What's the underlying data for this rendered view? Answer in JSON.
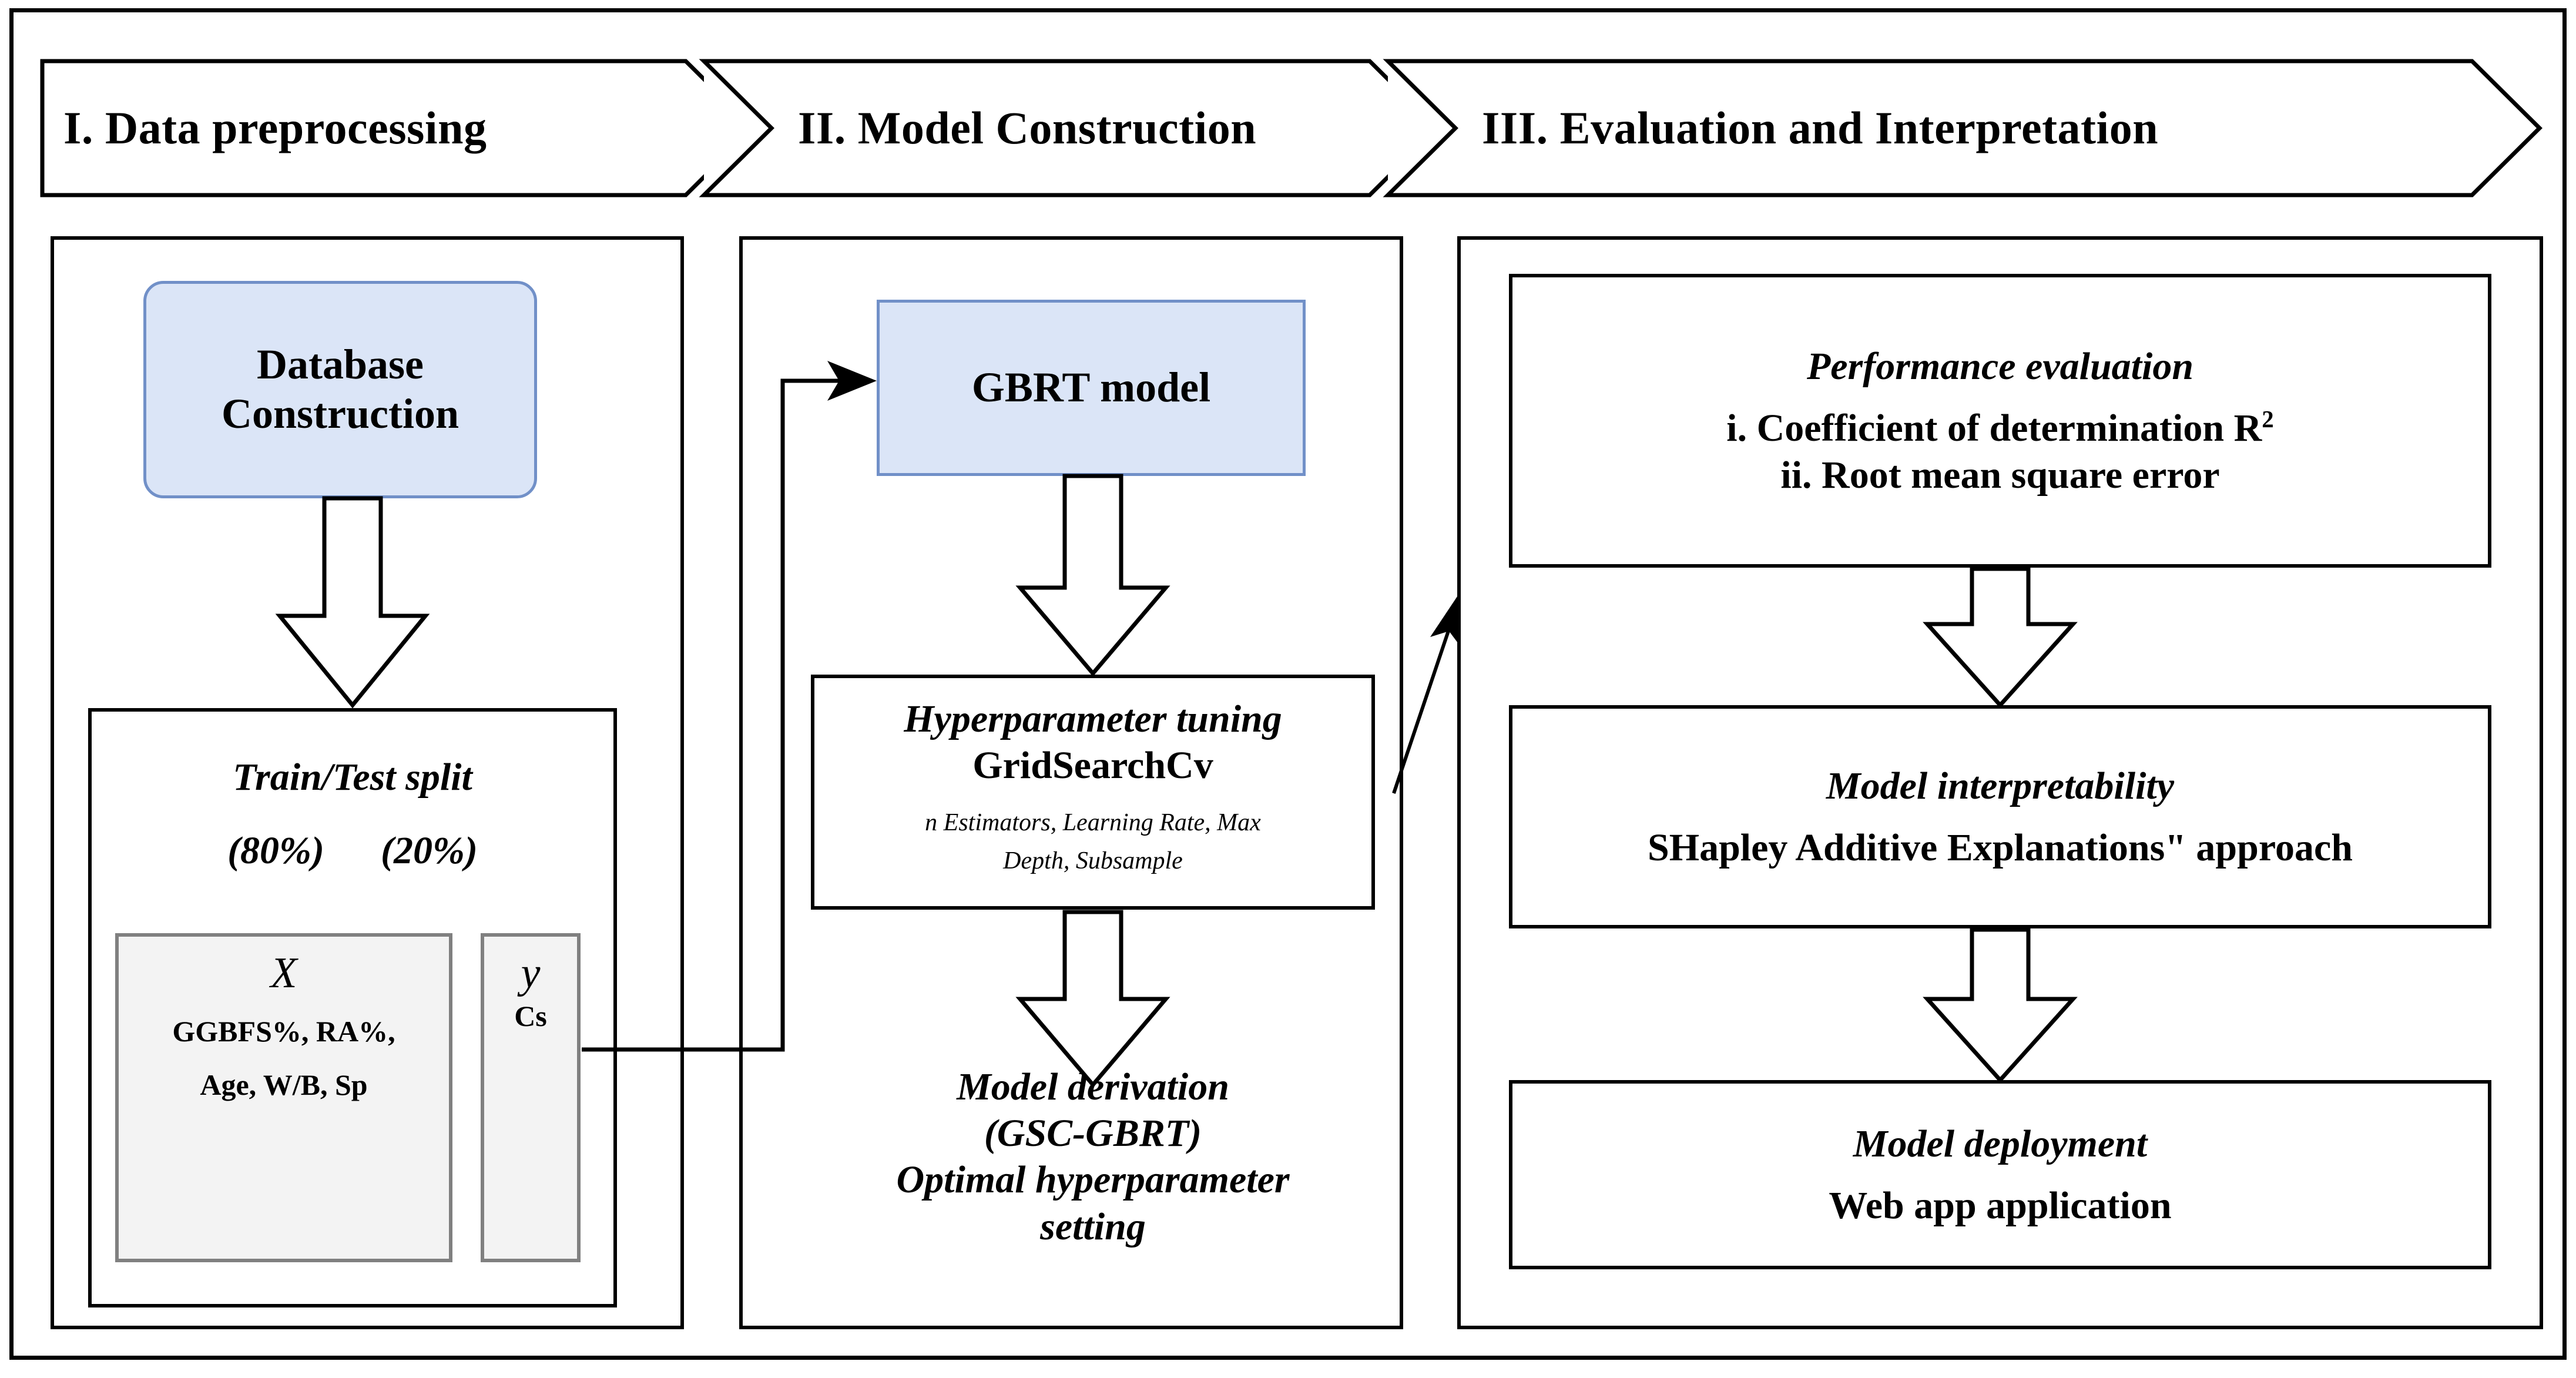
{
  "diagram": {
    "title_stages": [
      {
        "id": "stage-1",
        "label": "I. Data preprocessing"
      },
      {
        "id": "stage-2",
        "label": "II. Model Construction"
      },
      {
        "id": "stage-3",
        "label": "III. Evaluation and Interpretation"
      }
    ],
    "colors": {
      "accent_fill": "#dbe5f7",
      "accent_border": "#7190c8",
      "neutral_fill": "#f3f3f3",
      "neutral_border": "#808080",
      "outline": "#000000"
    }
  },
  "stage1": {
    "database_box": {
      "line1": "Database",
      "line2": "Construction"
    },
    "split_box": {
      "title": "Train/Test split",
      "train_pct": "(80%)",
      "test_pct": "(20%)"
    },
    "x_box": {
      "symbol": "X",
      "features_line1": "GGBFS%, RA%,",
      "features_line2": "Age, W/B, Sp"
    },
    "y_box": {
      "symbol": "y",
      "target": "Cs"
    }
  },
  "stage2": {
    "model_box": {
      "label": "GBRT model"
    },
    "tuning_box": {
      "title": "Hyperparameter tuning",
      "method": "GridSearchCv",
      "params_line1": "n Estimators, Learning Rate, Max",
      "params_line2": "Depth, Subsample"
    },
    "derivation_box": {
      "title": "Model derivation",
      "acronym": "(GSC-GBRT)",
      "detail_line1": "Optimal hyperparameter",
      "detail_line2": "setting"
    }
  },
  "stage3": {
    "performance_box": {
      "title": "Performance evaluation",
      "item1_text": "i. Coefficient of determination R",
      "item1_sup": "2",
      "item2": "ii. Root mean square error"
    },
    "interpretability_box": {
      "title": "Model interpretability",
      "method": "SHapley Additive Explanations\" approach"
    },
    "deployment_box": {
      "title": "Model deployment",
      "detail": "Web app application"
    }
  }
}
